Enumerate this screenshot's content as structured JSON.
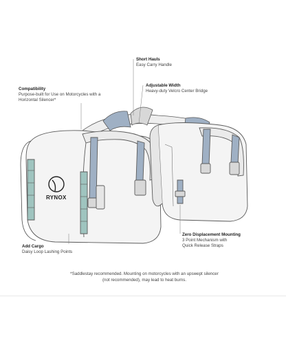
{
  "callouts": {
    "short_hauls": {
      "title": "Short Hauls",
      "desc": "Easy Carry Handle"
    },
    "adjustable_width": {
      "title": "Adjustable Width",
      "desc": "Heavy-duty Velcro Center Bridge"
    },
    "compatibility": {
      "title": "Compatibility",
      "desc": "Purpose-built for Use on Motorcycles with a Horizontal Silencer*"
    },
    "zero_displacement": {
      "title": "Zero Displacement Mounting",
      "desc_line1": "3 Point Mechanism with",
      "desc_line2": "Quick Release Straps"
    },
    "add_cargo": {
      "title": "Add Cargo",
      "desc": "Daisy Loop Lashing Points"
    }
  },
  "brand": {
    "name": "RYNOX"
  },
  "footnote": {
    "line1": "*Saddlestay recommended. Mounting on motorcycles with an upswept silencer",
    "line2": "(not recommended), may lead to heat burns."
  },
  "colors": {
    "outline": "#5a5a5a",
    "strap_blue": "#9fb0c4",
    "loop_teal": "#9fc4bf",
    "bag_fill": "#f4f4f4",
    "shade": "#d8d8d8"
  }
}
